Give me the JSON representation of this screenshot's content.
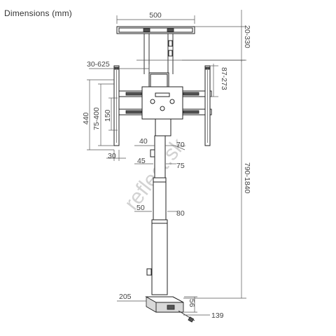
{
  "title": "Dimensions (mm)",
  "watermark": "reflect.sk",
  "dimensions": {
    "bracket_width": "500",
    "bracket_adjust": "20-330",
    "arm_span": "30-625",
    "mount_offset": "87-273",
    "outer_height": "440",
    "vesa_height": "75-400",
    "inner_height": "150",
    "side_depth": "30",
    "total_height": "790-1840",
    "tube_top_small": "40",
    "tube_top_large": "70",
    "tube_mid_small": "45",
    "tube_mid_large": "75",
    "tube_low_small": "50",
    "tube_low_large": "80",
    "base_depth": "205",
    "base_width": "139",
    "base_height": "56"
  },
  "colors": {
    "line": "#333333",
    "text": "#444444",
    "shade": "#d9d9d9",
    "watermark": "#cfcfcf"
  }
}
